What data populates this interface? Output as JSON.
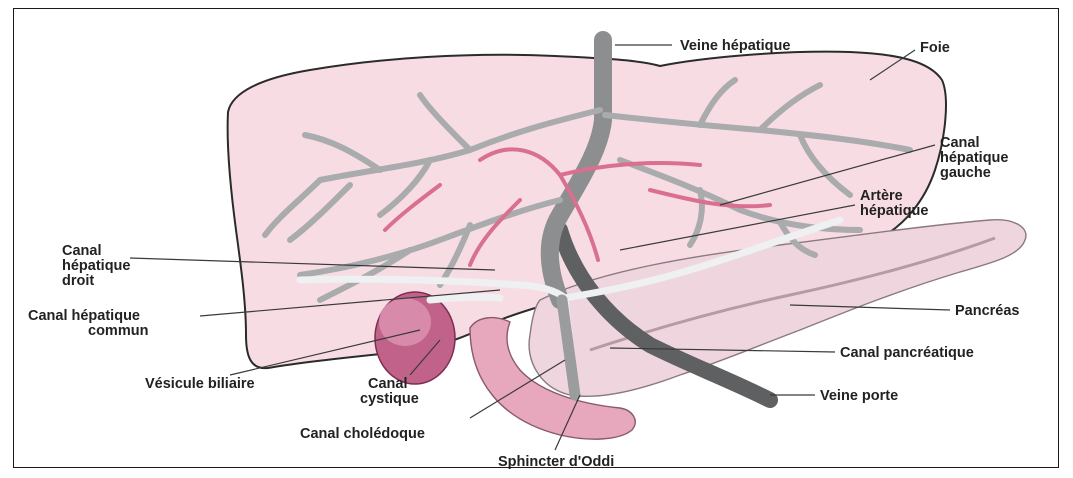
{
  "labels": {
    "veine_hepatique": "Veine hépatique",
    "foie": "Foie",
    "canal_hepatique_gauche": [
      "Canal",
      "hépatique",
      "gauche"
    ],
    "artere_hepatique": [
      "Artère",
      "hépatique"
    ],
    "canal_hepatique_droit": [
      "Canal",
      "hépatique",
      "droit"
    ],
    "canal_hepatique_commun": [
      "Canal hépatique",
      "commun"
    ],
    "pancreas": "Pancréas",
    "canal_pancreatique": "Canal pancréatique",
    "vesicule_biliaire": "Vésicule biliaire",
    "canal_cystique": [
      "Canal",
      "cystique"
    ],
    "veine_porte": "Veine porte",
    "canal_choledoque": "Canal cholédoque",
    "sphincter_oddi": "Sphincter d'Oddi"
  },
  "colors": {
    "liver_fill": "#f7dde3",
    "liver_outline": "#2b2b2b",
    "vessel_gray": "#a9abad",
    "vessel_gray_dark": "#6e7072",
    "artery_pink": "#d9708f",
    "gallbladder": "#c0628a",
    "pancreas_fill": "#efd6de",
    "duodenum": "#e7a7bd"
  }
}
